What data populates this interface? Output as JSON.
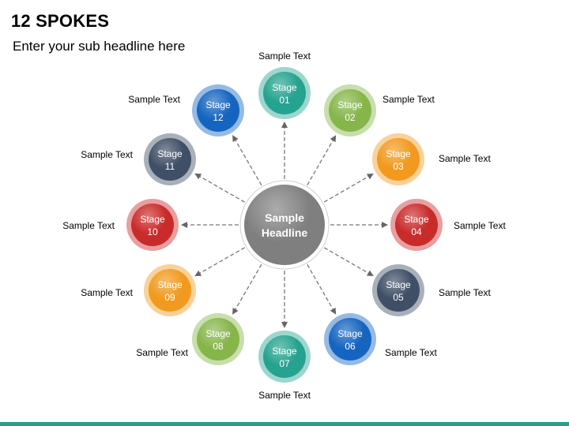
{
  "title": "12 SPOKES",
  "subtitle": "Enter your sub headline here",
  "hub": {
    "line1": "Sample",
    "line2": "Headline",
    "color": "#7f7f7f"
  },
  "stages": [
    {
      "word": "Stage",
      "num": "01",
      "label": "Sample Text",
      "color": "#26a390"
    },
    {
      "word": "Stage",
      "num": "02",
      "label": "Sample Text",
      "color": "#86b64a"
    },
    {
      "word": "Stage",
      "num": "03",
      "label": "Sample Text",
      "color": "#f19a1e"
    },
    {
      "word": "Stage",
      "num": "04",
      "label": "Sample Text",
      "color": "#c92b2b"
    },
    {
      "word": "Stage",
      "num": "05",
      "label": "Sample Text",
      "color": "#3f4f66"
    },
    {
      "word": "Stage",
      "num": "06",
      "label": "Sample Text",
      "color": "#1565c0"
    },
    {
      "word": "Stage",
      "num": "07",
      "label": "Sample Text",
      "color": "#26a390"
    },
    {
      "word": "Stage",
      "num": "08",
      "label": "Sample Text",
      "color": "#86b64a"
    },
    {
      "word": "Stage",
      "num": "09",
      "label": "Sample Text",
      "color": "#f19a1e"
    },
    {
      "word": "Stage",
      "num": "10",
      "label": "Sample Text",
      "color": "#c92b2b"
    },
    {
      "word": "Stage",
      "num": "11",
      "label": "Sample Text",
      "color": "#3f4f66"
    },
    {
      "word": "Stage",
      "num": "12",
      "label": "Sample Text",
      "color": "#1565c0"
    }
  ],
  "accent_color": "#1fa18c"
}
